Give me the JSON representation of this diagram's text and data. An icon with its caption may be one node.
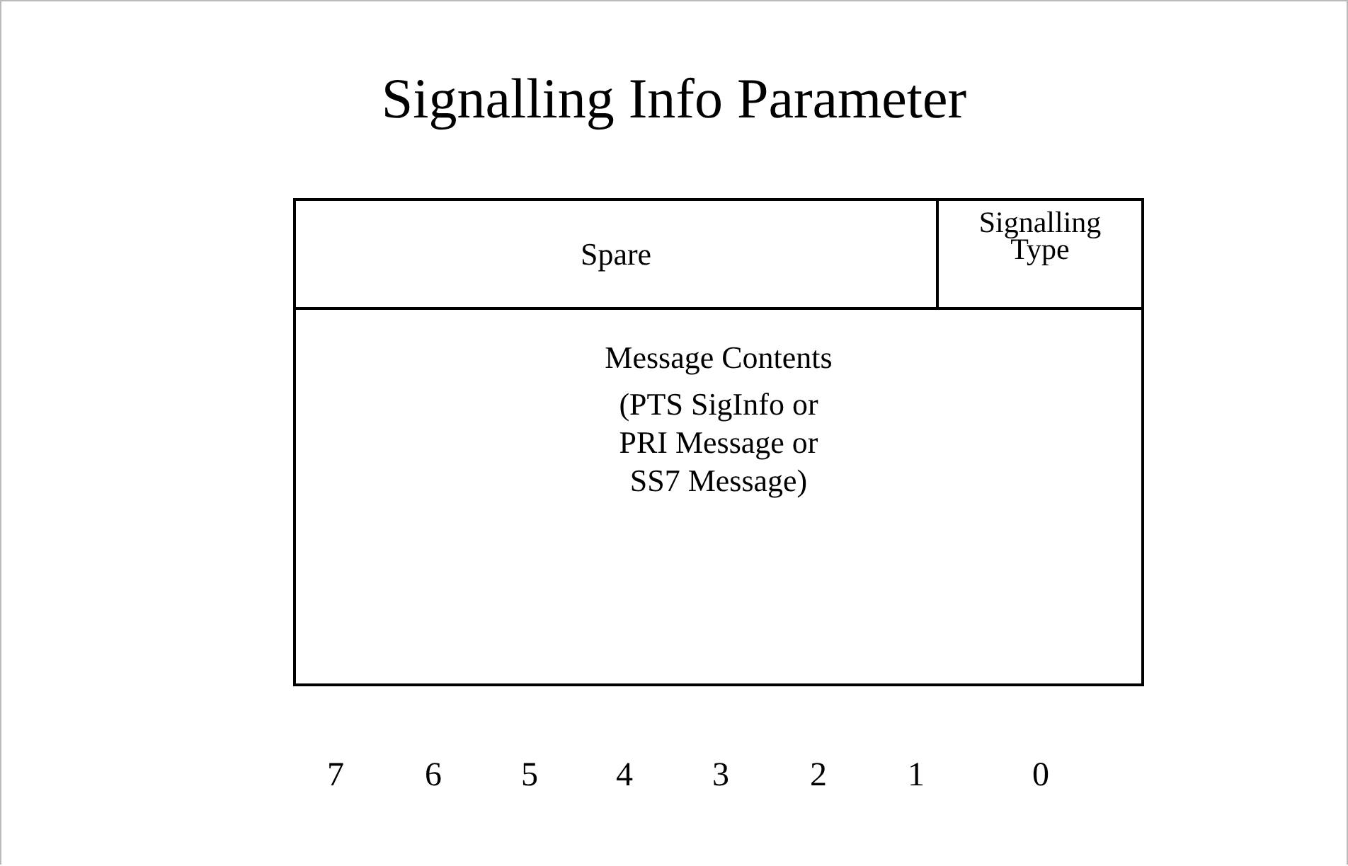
{
  "diagram": {
    "title": "Signalling Info Parameter",
    "nodes": [
      {
        "text": [
          "Spare"
        ]
      },
      {
        "text": [
          "Signalling Type"
        ]
      },
      {
        "text": [
          "Message Contents",
          "(PTS SigInfo or PRI Message or SS7 Message)"
        ]
      }
    ],
    "labels": [
      "7",
      "6",
      "5",
      "4",
      "3",
      "2",
      "1",
      "0"
    ]
  }
}
